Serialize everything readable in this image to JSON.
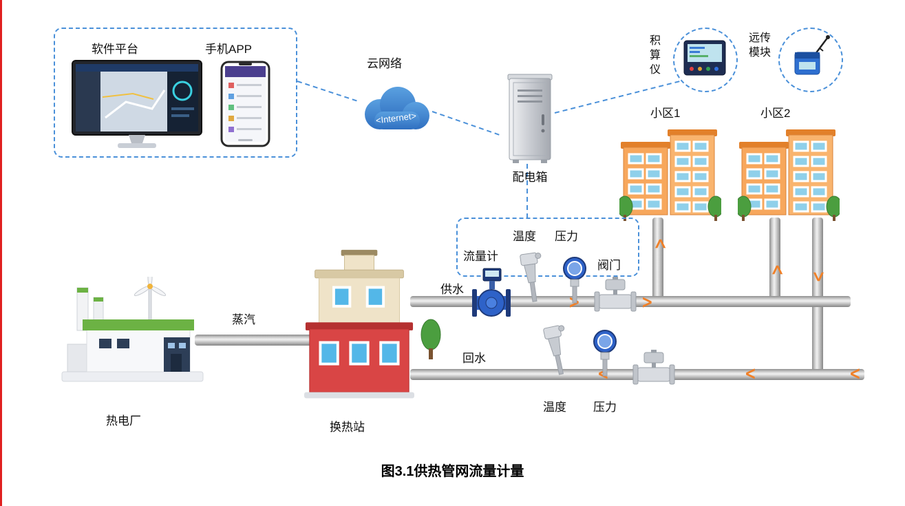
{
  "colors": {
    "dashed_accent": "#4a90d9",
    "pipe_gray": "#b5b5b5",
    "arrow_orange": "#f08028",
    "building_orange": "#f6a85a",
    "station_red": "#d94545",
    "plant_roof_green": "#6cb244",
    "cloud_blue": "#3f7fd0",
    "instrument_blue": "#2e62c8"
  },
  "icons": {
    "flow_arrow": ">"
  },
  "control_center": {
    "software_label": "软件平台",
    "app_label": "手机APP"
  },
  "cloud": {
    "label": "云网络",
    "text": "<Internet>"
  },
  "cabinet": {
    "label": "配电箱"
  },
  "devices": {
    "totalizer_label": "积算仪",
    "remote_module_label": "远传模块"
  },
  "districts": {
    "district1_label": "小区1",
    "district2_label": "小区2"
  },
  "plant": {
    "label": "热电厂"
  },
  "station": {
    "label": "换热站"
  },
  "pipes": {
    "steam_label": "蒸汽",
    "supply_label": "供水",
    "return_label": "回水"
  },
  "supply_line": {
    "flowmeter_label": "流量计",
    "temperature_label": "温度",
    "pressure_label": "压力",
    "valve_label": "阀门"
  },
  "return_line": {
    "temperature_label": "温度",
    "pressure_label": "压力"
  },
  "caption": "图3.1供热管网流量计量"
}
